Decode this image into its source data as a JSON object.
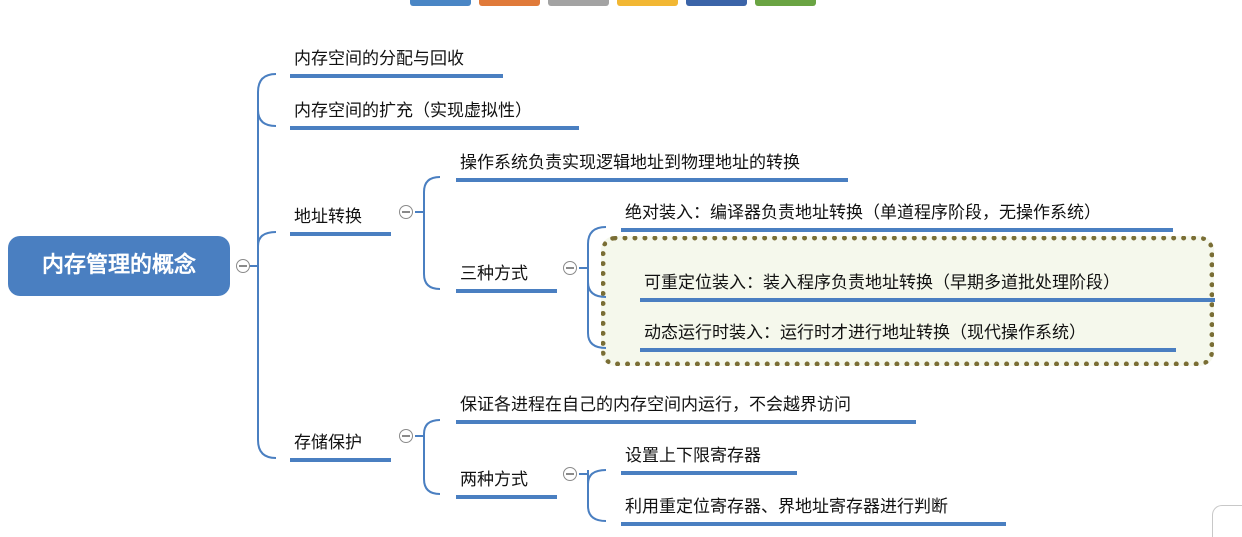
{
  "toolbar": {
    "swatches": [
      {
        "name": "color-swatch-blue",
        "color": "#4a86c5"
      },
      {
        "name": "color-swatch-orange",
        "color": "#e07a3a"
      },
      {
        "name": "color-swatch-gray",
        "color": "#a3a3a3"
      },
      {
        "name": "color-swatch-yellow",
        "color": "#f2b733"
      },
      {
        "name": "color-swatch-navy",
        "color": "#3b64a8"
      },
      {
        "name": "color-swatch-green",
        "color": "#6aa443"
      }
    ]
  },
  "mindmap": {
    "root": "内存管理的概念",
    "branch_1": "内存空间的分配与回收",
    "branch_2": "内存空间的扩充（实现虚拟性）",
    "branch_3": {
      "label": "地址转换",
      "child_1": "操作系统负责实现逻辑地址到物理地址的转换",
      "child_2": {
        "label": "三种方式",
        "item_1": "绝对装入：编译器负责地址转换（单道程序阶段，无操作系统）",
        "item_2": "可重定位装入：装入程序负责地址转换（早期多道批处理阶段）",
        "item_3": "动态运行时装入：运行时才进行地址转换（现代操作系统）"
      }
    },
    "branch_4": {
      "label": "存储保护",
      "child_1": "保证各进程在自己的内存空间内运行，不会越界访问",
      "child_2": {
        "label": "两种方式",
        "item_1": "设置上下限寄存器",
        "item_2": "利用重定位寄存器、界地址寄存器进行判断"
      }
    }
  },
  "colors": {
    "accent": "#4a7fc1",
    "connector": "#4a7fc1",
    "highlight_border": "#7a6e35",
    "highlight_fill": "#f5f8ec"
  }
}
